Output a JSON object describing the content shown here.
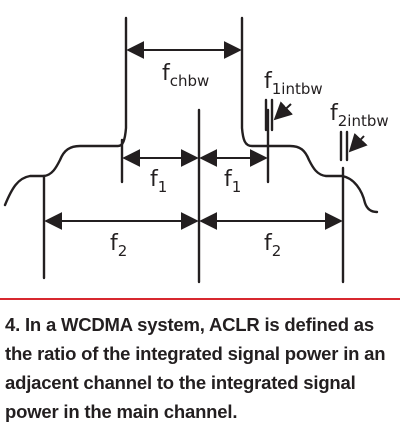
{
  "diagram": {
    "labels": {
      "fchbw": {
        "main": "f",
        "sub": "chbw"
      },
      "f1intbw": {
        "main": "f",
        "sub": "1intbw"
      },
      "f2intbw": {
        "main": "f",
        "sub": "2intbw"
      },
      "f1_left": {
        "main": "f",
        "sub": "1"
      },
      "f1_right": {
        "main": "f",
        "sub": "1"
      },
      "f2_left": {
        "main": "f",
        "sub": "2"
      },
      "f2_right": {
        "main": "f",
        "sub": "2"
      }
    },
    "colors": {
      "line": "#231f20",
      "rule": "#d7282f"
    }
  },
  "caption": "4. In a WCDMA system, ACLR is defined as the ratio of the integrated signal power in an adjacent channel to the integrated signal power in the main channel."
}
